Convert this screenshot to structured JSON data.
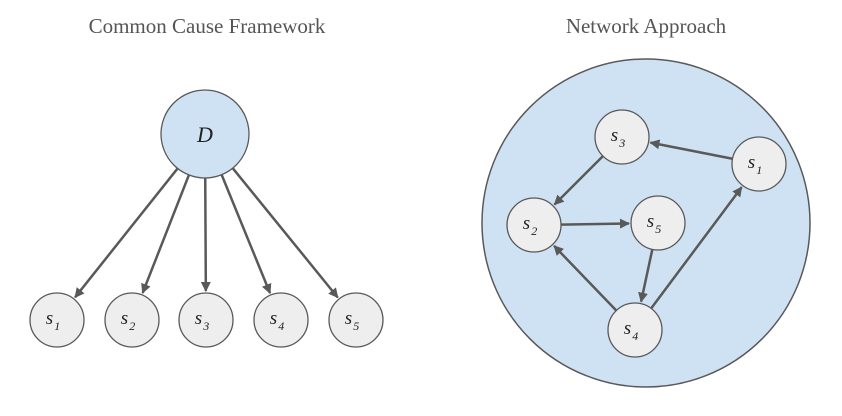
{
  "left_panel": {
    "title": "Common Cause Framework",
    "cause_node": {
      "label": "D"
    },
    "symptom_nodes": [
      {
        "id": "s1",
        "letter": "s",
        "sub": "1"
      },
      {
        "id": "s2",
        "letter": "s",
        "sub": "2"
      },
      {
        "id": "s3",
        "letter": "s",
        "sub": "3"
      },
      {
        "id": "s4",
        "letter": "s",
        "sub": "4"
      },
      {
        "id": "s5",
        "letter": "s",
        "sub": "5"
      }
    ],
    "edges": [
      {
        "from": "D",
        "to": "s1"
      },
      {
        "from": "D",
        "to": "s2"
      },
      {
        "from": "D",
        "to": "s3"
      },
      {
        "from": "D",
        "to": "s4"
      },
      {
        "from": "D",
        "to": "s5"
      }
    ]
  },
  "right_panel": {
    "title": "Network Approach",
    "nodes": [
      {
        "id": "s1",
        "letter": "s",
        "sub": "1"
      },
      {
        "id": "s2",
        "letter": "s",
        "sub": "2"
      },
      {
        "id": "s3",
        "letter": "s",
        "sub": "3"
      },
      {
        "id": "s4",
        "letter": "s",
        "sub": "4"
      },
      {
        "id": "s5",
        "letter": "s",
        "sub": "5"
      }
    ],
    "edges": [
      {
        "from": "s1",
        "to": "s3"
      },
      {
        "from": "s3",
        "to": "s2"
      },
      {
        "from": "s2",
        "to": "s5"
      },
      {
        "from": "s5",
        "to": "s4"
      },
      {
        "from": "s4",
        "to": "s2"
      },
      {
        "from": "s4",
        "to": "s1"
      }
    ]
  },
  "colors": {
    "cause_fill": "#cfe2f3",
    "network_fill": "#cfe2f3",
    "node_fill": "#eeeeee",
    "stroke": "#595959",
    "arrow": "#595959"
  }
}
